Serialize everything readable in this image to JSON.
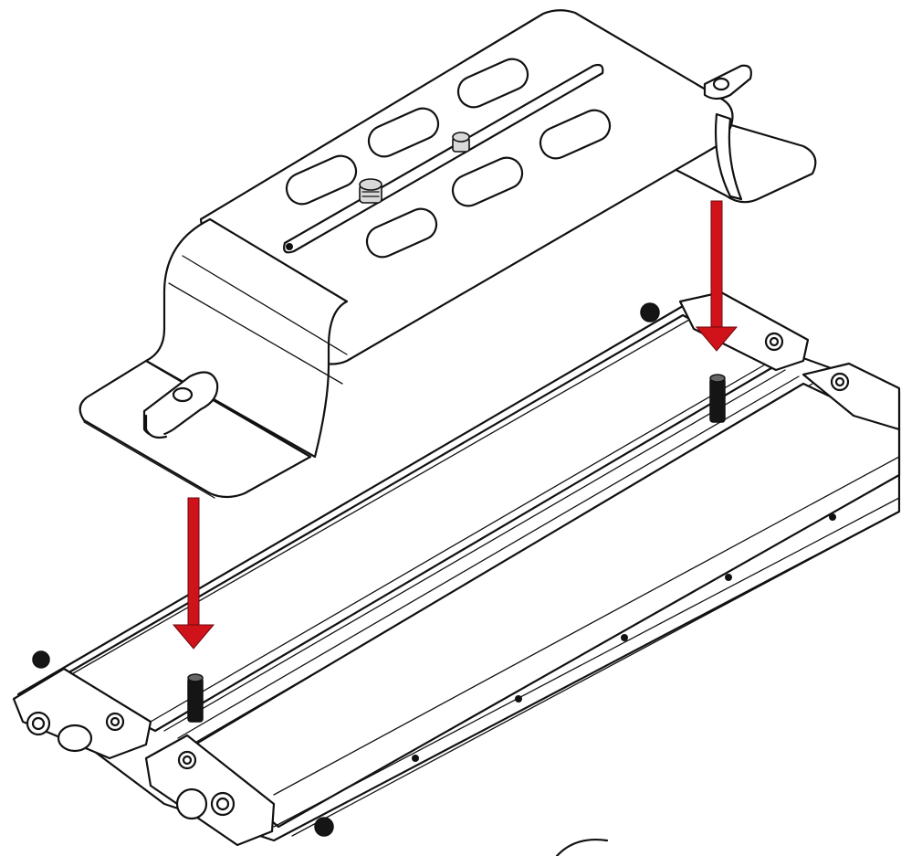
{
  "colors": {
    "line": "#111111",
    "background": "#ffffff",
    "arrow": "#d0121a",
    "arrow_outline": "#6b0a0e"
  },
  "parts": {
    "bracket": "bridge-bracket",
    "knob": "wing-knob",
    "base": "rail-base-plate",
    "pin": "locating-pin",
    "arrow": "down-arrow"
  }
}
